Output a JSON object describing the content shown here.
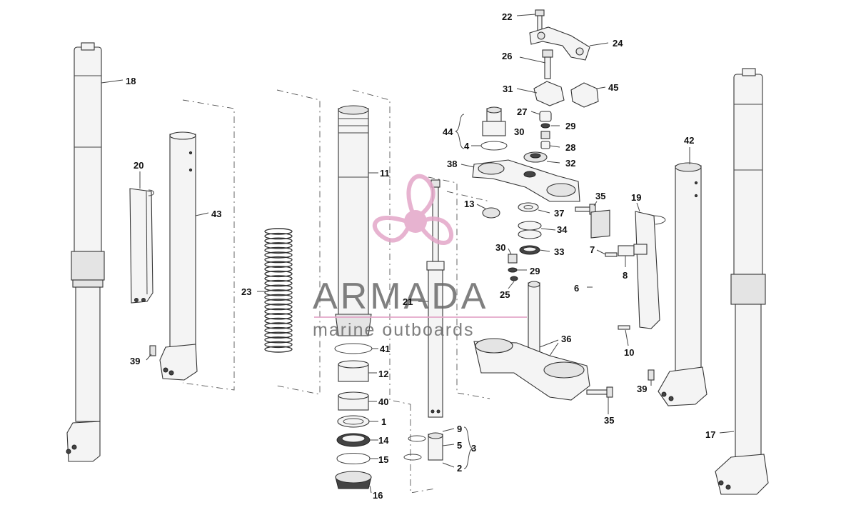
{
  "watermark": {
    "title": "ARMADA",
    "subtitle": "marine outboards",
    "accent_color": "#e3a6c8",
    "text_color": "#6a6a6a"
  },
  "labels": {
    "p1": "1",
    "p2": "2",
    "p3": "3",
    "p4": "4",
    "p5": "5",
    "p6": "6",
    "p7": "7",
    "p8": "8",
    "p9": "9",
    "p10": "10",
    "p11": "11",
    "p12": "12",
    "p13": "13",
    "p14": "14",
    "p15": "15",
    "p16": "16",
    "p17": "17",
    "p18": "18",
    "p19": "19",
    "p20": "20",
    "p21": "21",
    "p22": "22",
    "p23": "23",
    "p24": "24",
    "p25": "25",
    "p26": "26",
    "p27": "27",
    "p28": "28",
    "p29a": "29",
    "p29b": "29",
    "p30a": "30",
    "p30b": "30",
    "p31": "31",
    "p32": "32",
    "p33": "33",
    "p34": "34",
    "p35a": "35",
    "p35b": "35",
    "p36": "36",
    "p37": "37",
    "p38": "38",
    "p39a": "39",
    "p39b": "39",
    "p40": "40",
    "p41": "41",
    "p42": "42",
    "p43": "43",
    "p44": "44",
    "p45": "45"
  }
}
